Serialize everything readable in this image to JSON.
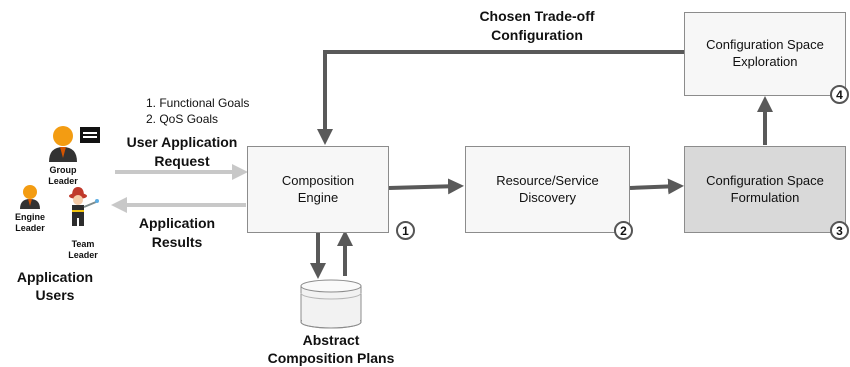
{
  "colors": {
    "arrow_dark": "#595959",
    "arrow_light": "#c8c8c8",
    "box_fill": "#f7f7f7",
    "box_highlight": "#d9d9d9",
    "box_border": "#8c8c8c"
  },
  "users": {
    "group_leader": "Group\nLeader",
    "engine_leader": "Engine\nLeader",
    "team_leader": "Team\nLeader",
    "application_users": "Application\nUsers"
  },
  "labels": {
    "goals": "1. Functional Goals\n2. QoS Goals",
    "user_request": "User Application\nRequest",
    "app_results": "Application\nResults",
    "chosen_tradeoff": "Chosen Trade-off\nConfiguration",
    "abstract_plans": "Abstract\nComposition Plans"
  },
  "boxes": {
    "composition_engine": {
      "label": "Composition\nEngine",
      "number": "1"
    },
    "resource_discovery": {
      "label": "Resource/Service\nDiscovery",
      "number": "2"
    },
    "config_formulation": {
      "label": "Configuration Space\nFormulation",
      "number": "3"
    },
    "config_exploration": {
      "label": "Configuration Space\nExploration",
      "number": "4"
    }
  }
}
